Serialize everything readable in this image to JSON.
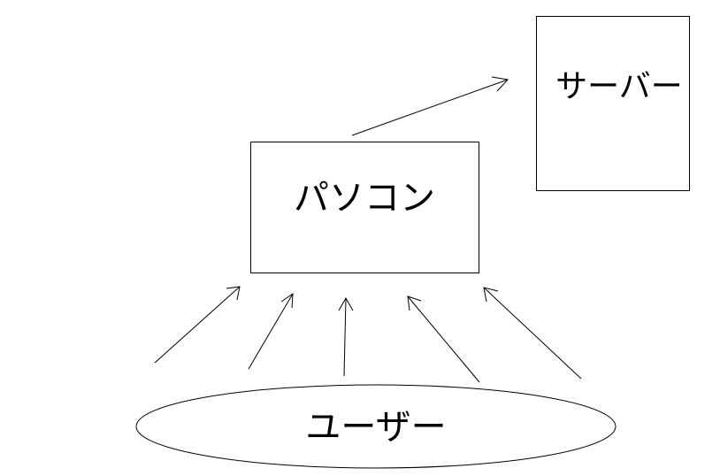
{
  "nodes": {
    "pc": {
      "label": "パソコン"
    },
    "server": {
      "label": "サーバー"
    },
    "users": {
      "label": "ユーザー"
    }
  },
  "edges": [
    {
      "from": "pc",
      "to": "server"
    },
    {
      "from": "users",
      "to": "pc"
    },
    {
      "from": "users",
      "to": "pc"
    },
    {
      "from": "users",
      "to": "pc"
    },
    {
      "from": "users",
      "to": "pc"
    },
    {
      "from": "users",
      "to": "pc"
    }
  ],
  "colors": {
    "stroke": "#000000",
    "background": "#ffffff"
  }
}
